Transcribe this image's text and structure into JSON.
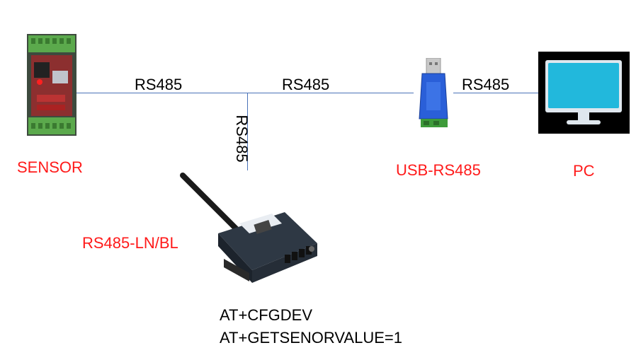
{
  "labels": {
    "sensor": "SENSOR",
    "usb": "USB-RS485",
    "pc": "PC",
    "gateway": "RS485-LN/BL"
  },
  "links": {
    "a": "RS485",
    "b": "RS485",
    "c": "RS485",
    "vertical": "RS485"
  },
  "commands": [
    "AT+CFGDEV",
    "AT+GETSENORVALUE=1"
  ],
  "colors": {
    "wire": "#4a72b8",
    "label_red": "#ff1a1a"
  },
  "icons": [
    "sensor-board-icon",
    "usb-adapter-icon",
    "monitor-icon",
    "rs485-gateway-icon"
  ]
}
